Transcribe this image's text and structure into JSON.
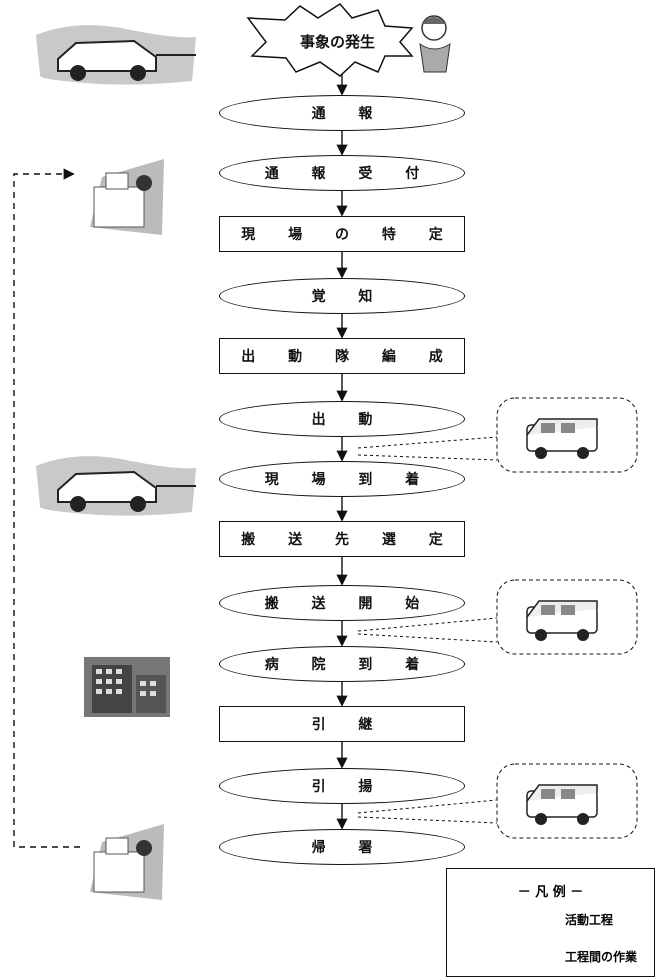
{
  "start_event": "事象の発生",
  "steps": [
    {
      "label": "通 報",
      "shape": "ellipse"
    },
    {
      "label": "通 報 受 付",
      "shape": "ellipse"
    },
    {
      "label": "現 場 の 特 定",
      "shape": "rect"
    },
    {
      "label": "覚 知",
      "shape": "ellipse"
    },
    {
      "label": "出 動 隊 編 成",
      "shape": "rect"
    },
    {
      "label": "出 動",
      "shape": "ellipse"
    },
    {
      "label": "現 場 到 着",
      "shape": "ellipse"
    },
    {
      "label": "搬 送 先 選 定",
      "shape": "rect"
    },
    {
      "label": "搬 送 開 始",
      "shape": "ellipse"
    },
    {
      "label": "病 院 到 着",
      "shape": "ellipse"
    },
    {
      "label": "引 継",
      "shape": "rect"
    },
    {
      "label": "引 揚",
      "shape": "ellipse"
    },
    {
      "label": "帰 署",
      "shape": "ellipse"
    }
  ],
  "legend": {
    "title": "－ 凡 例 －",
    "ellipse_label": "活動工程",
    "rect_label": "工程間の作業"
  }
}
